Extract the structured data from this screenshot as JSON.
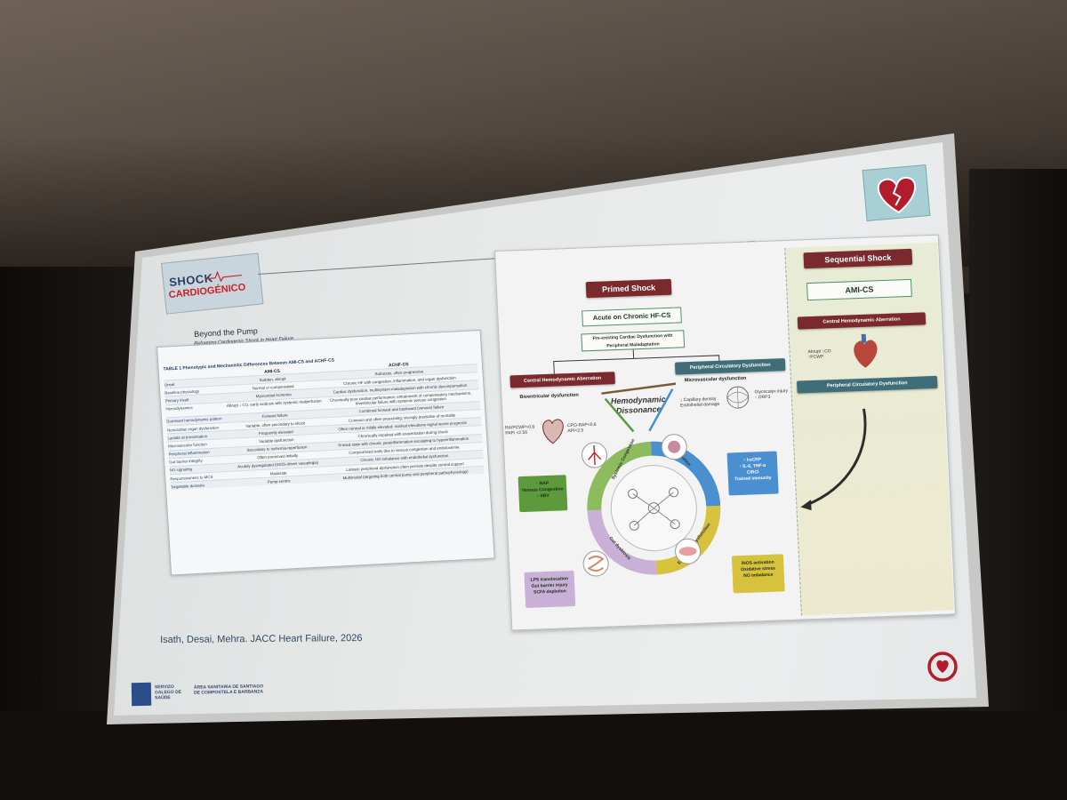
{
  "slide": {
    "logo_top": "SHOCK",
    "logo_bottom": "CARDIOGÉNICO",
    "title": "Beyond the Pump",
    "subtitle_line1": "Reframing Cardiogenic Shock in Heart Failure",
    "subtitle_line2": "Through a Multisystem Mechanistic Lens",
    "citation": "Isath, Desai, Mehra. JACC Heart Failure, 2026",
    "footer_org": "SERVIZO GALEGO DE SAÚDE",
    "footer_area_line1": "ÁREA SANITARIA DE SANTIAGO",
    "footer_area_line2": "DE COMPOSTELA E BARBANZA"
  },
  "table": {
    "caption": "TABLE 1  Phenotypic and Mechanistic Differences Between AMI-CS and ACHF-CS",
    "columns": [
      "",
      "AMI-CS",
      "ACHF-CS"
    ],
    "rows": [
      [
        "Onset",
        "Sudden, abrupt",
        "Subacute, often progressive"
      ],
      [
        "Baseline physiology",
        "Normal or compensated",
        "Chronic HF with congestion, inflammation, and organ dysfunction"
      ],
      [
        "Primary insult",
        "Myocardial ischemia",
        "Cardiac dysfunction, multisystem maladaptation with chronic decompensation"
      ],
      [
        "Hemodynamics",
        "Abrupt ↓ CO, early acidosis with systemic malperfusion",
        "Chronically poor cardiac performance, entrainment of compensatory mechanisms, biventricular failure with systemic venous congestion"
      ],
      [
        "Dominant hemodynamic pattern",
        "Forward failure",
        "Combined forward and backward (venous) failure"
      ],
      [
        "Noncardiac organ dysfunction",
        "Variable, often secondary to shock",
        "Common and often preexisting; strongly predictive of mortality"
      ],
      [
        "Lactate at presentation",
        "Frequently elevated",
        "Often normal or mildly elevated; marked elevations signal worse prognosis"
      ],
      [
        "Microvascular function",
        "Variable dysfunction",
        "Chronically impaired with exacerbation during shock"
      ],
      [
        "Peripheral inflammation",
        "Secondary to ischemia-reperfusion",
        "Primed state with chronic parainflammation escalating to hyperinflammation"
      ],
      [
        "Gut barrier integrity",
        "Often preserved initially",
        "Compromised early due to venous congestion and endotoxemia"
      ],
      [
        "NO signaling",
        "Acutely dysregulated (iNOS-driven vasoplegia)",
        "Chronic NO imbalance with endothelial dysfunction"
      ],
      [
        "Responsiveness to MCS",
        "Moderate",
        "Limited; peripheral dysfunction often persists despite central support"
      ],
      [
        "Targetable domains",
        "Pump-centric",
        "Multimodal (targeting both central pump and peripheral pathophysiology)"
      ]
    ]
  },
  "diagram": {
    "primed_title": "Primed Shock",
    "acute_box": "Acute on Chronic HF-CS",
    "preexisting_box": "Pre-existing Cardiac Dysfunction with Peripheral Maladaptation",
    "central_aberration": "Central Hemodynamic Aberration",
    "peripheral_dysfunction": "Peripheral Circulatory Dysfunction",
    "biventricular": "Biventricular dysfunction",
    "microvascular": "Microvascular dysfunction",
    "dissonance": "Hemodynamic Dissonance",
    "hemo_values": "RA/PCWP>0.6  PAPi <2.56",
    "cpo_values": "CPO-RAP<0.6  API<2.5",
    "capillary": "↓ Capillary density  Endothelial damage",
    "glycocalyx": "Glycocalyx injury  ↑ ORP3",
    "cycle": [
      "Systemic Congestion",
      "Inflammation",
      "Endothelial Dysfunction",
      "Gut dysbiosis"
    ],
    "congestion_box": [
      "↑ RAP",
      "Venous Congestion",
      "↑ SBV"
    ],
    "inflammation_box": [
      "↑ hsCRP",
      "↑ IL-6, TNF-α",
      "CIRCI",
      "Trained immunity"
    ],
    "gut_box": [
      "LPS translocation",
      "Gut barrier injury",
      "SCFA depletion"
    ],
    "endo_box": [
      "iNOS activation",
      "Oxidative stress",
      "NO imbalance"
    ],
    "sequential_title": "Sequential Shock",
    "ami_box": "AMI-CS",
    "seq_central": "Central Hemodynamic Aberration",
    "seq_values": "Abrupt ↓CO  ↑PCWP",
    "seq_peripheral": "Peripheral Circulatory Dysfunction"
  },
  "colors": {
    "maroon": "#7a2a2c",
    "teal": "#3f6e79",
    "green_box": "#5c9a3c",
    "blue_box": "#4a90d0",
    "purple_box": "#c8b0d6",
    "yellow_box": "#d6c23c"
  }
}
